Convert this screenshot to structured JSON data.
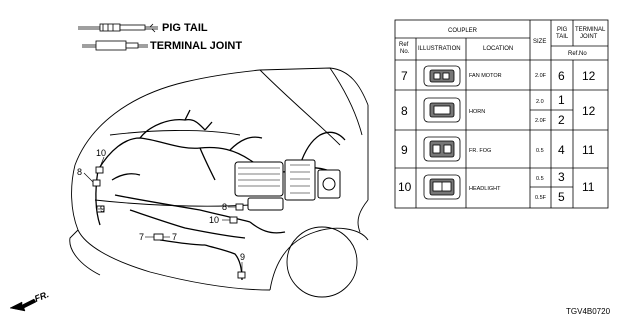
{
  "legend": {
    "pig_tail": "PIG TAIL",
    "terminal_joint": "TERMINAL JOINT"
  },
  "callouts": {
    "c10_top": "10",
    "c8_left": "8",
    "c9_left": "9",
    "c7_a": "7",
    "c7_b": "7",
    "c8_center": "8",
    "c10_center": "10",
    "c9_bottom": "9"
  },
  "direction": "FR.",
  "diagram_code": "TGV4B0720",
  "table": {
    "coupler": "COUPLER",
    "ref_no": "Ref\nNo.",
    "illustration": "ILLUSTRATION",
    "location": "LOCATION",
    "size": "SIZE",
    "pig_tail": "PIG\nTAIL",
    "terminal_joint": "TERMINAL\nJOINT",
    "refno_right": "Ref.No",
    "rows": [
      {
        "ref": "7",
        "location": "FAN MOTOR",
        "sizes": [
          "2.0F"
        ],
        "pig": [
          "6"
        ],
        "terminal": "12"
      },
      {
        "ref": "8",
        "location": "HORN",
        "sizes": [
          "2.0",
          "2.0F"
        ],
        "pig": [
          "1",
          "2"
        ],
        "terminal": "12"
      },
      {
        "ref": "9",
        "location": "FR. FOG",
        "sizes": [
          "0.5"
        ],
        "pig": [
          "4"
        ],
        "terminal": "11"
      },
      {
        "ref": "10",
        "location": "HEADLIGHT",
        "sizes": [
          "0.5",
          "0.5F"
        ],
        "pig": [
          "3",
          "5"
        ],
        "terminal": "11"
      }
    ]
  }
}
